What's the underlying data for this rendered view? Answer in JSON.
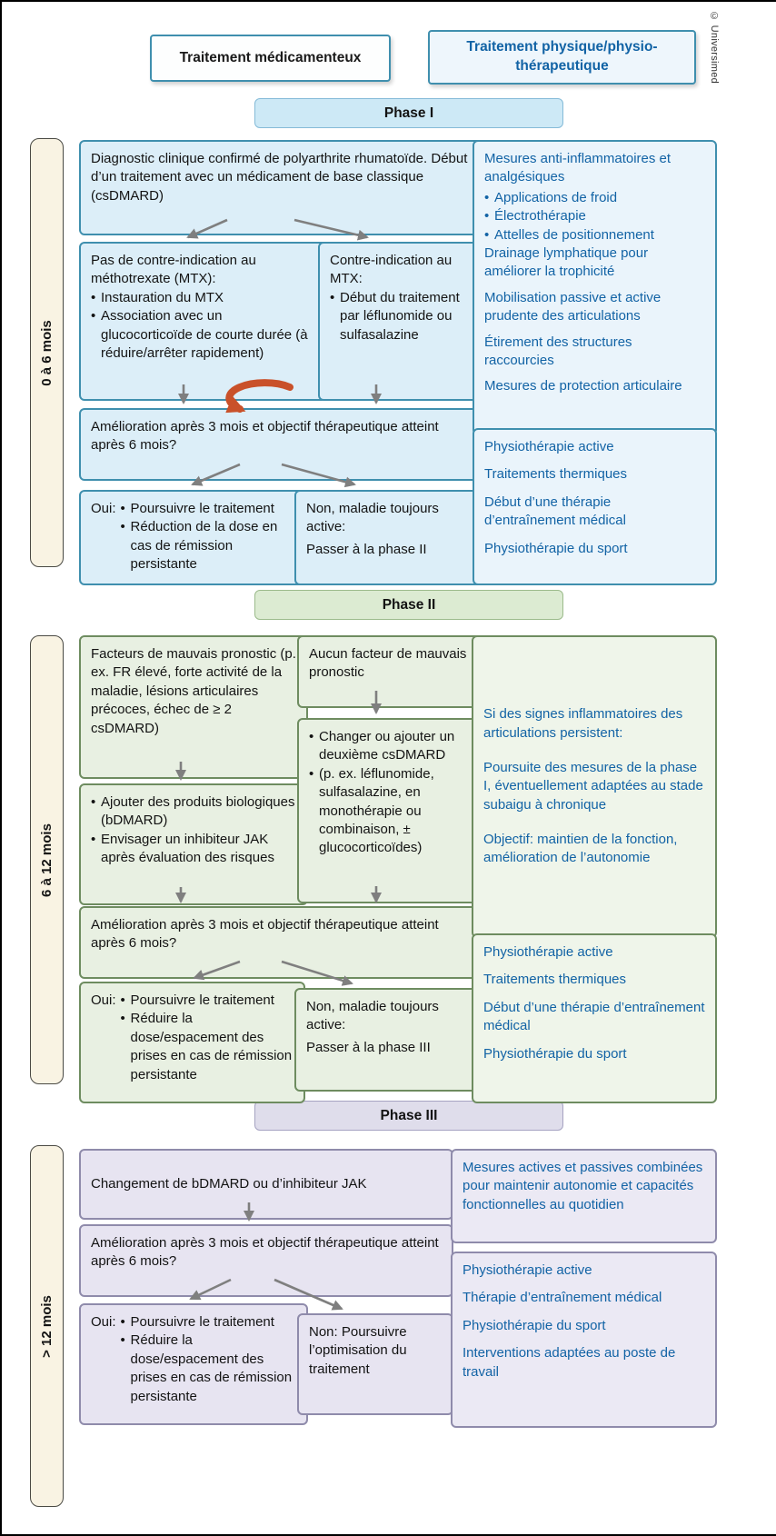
{
  "colors": {
    "phase1_accent": "#3f8fae",
    "phase1_fill": "#dceef8",
    "phase1_band": "#cde9f6",
    "phase2_accent": "#6e8c60",
    "phase2_fill": "#e8f0e2",
    "phase2_band": "#dcebd2",
    "phase3_accent": "#8f8bab",
    "phase3_fill": "#e7e4f1",
    "phase3_band": "#dfddeb",
    "physio_text": "#1263a5",
    "time_label_fill": "#f9f3e3",
    "arrow": "#7f7f7f",
    "cycle_arrow": "#c9512a"
  },
  "header": {
    "med_title": "Traitement médicamenteux",
    "physio_title_line1": "Traitement physique/physio-",
    "physio_title_line2": "thérapeutique",
    "copyright": "© Universimed"
  },
  "phase1": {
    "band": "Phase I",
    "time": "0 à 6 mois",
    "diagnostic": "Diagnostic clinique confirmé de polyarthrite rhumatoïde. Début d’un traitement avec un médicament de base classique (csDMARD)",
    "no_ci": {
      "title": "Pas de contre-indication au méthotrexate (MTX):",
      "items": [
        "Instauration du MTX",
        "Association avec un glucocorticoïde de courte durée (à réduire/arrêter rapidement)"
      ]
    },
    "ci": {
      "title": "Contre-indication au MTX:",
      "items": [
        "Début du traitement par léflunomide ou sulfasalazine"
      ]
    },
    "question": "Amélioration après 3 mois et objectif thérapeutique atteint après 6 mois?",
    "yes": {
      "label": "Oui:",
      "items": [
        "Poursuivre le traitement",
        "Réduction de la dose en cas de rémission persistante"
      ]
    },
    "no": {
      "line1": "Non, maladie toujours active:",
      "line2": "Passer à la phase II"
    },
    "physio_top": {
      "title": "Mesures anti-inflammatoires et analgésiques",
      "bullets": [
        "Applications de froid",
        "Électrothérapie",
        "Attelles de positionnement"
      ],
      "paragraphs": [
        "Drainage lymphatique pour améliorer la trophicité",
        "Mobilisation passive et active prudente des articulations",
        "Étirement des structures raccourcies",
        "Mesures de protection articulaire"
      ]
    },
    "physio_bottom": [
      "Physiothérapie active",
      "Traitements thermiques",
      "Début d’une thérapie d’entraînement médical",
      "Physiothérapie du sport"
    ]
  },
  "phase2": {
    "band": "Phase II",
    "time": "6 à 12 mois",
    "bad_prognosis": "Facteurs de mauvais pronostic (p. ex. FR élevé, forte activité de la maladie, lésions articulaires précoces, échec de ≥ 2 csDMARD)",
    "no_prognosis": "Aucun facteur de mauvais pronostic",
    "biologics": {
      "items": [
        "Ajouter des produits biologiques (bDMARD)",
        "Envisager un inhibiteur JAK après évaluation des risques"
      ]
    },
    "change_dmard": {
      "items": [
        "Changer ou ajouter un deuxième csDMARD",
        "(p. ex. léflunomide, sulfasalazine, en monothérapie ou combinaison, ± glucocorticoïdes)"
      ]
    },
    "question": "Amélioration après 3 mois et objectif thérapeutique atteint après 6 mois?",
    "yes": {
      "label": "Oui:",
      "items": [
        "Poursuivre le traitement",
        "Réduire la dose/espacement des prises en cas de rémission persistante"
      ]
    },
    "no": {
      "line1": "Non, maladie toujours active:",
      "line2": "Passer à la phase III"
    },
    "physio_top": [
      "Si des signes inflammatoires des articulations persistent:",
      "Poursuite des mesures de la phase I, éventuellement adaptées au stade subaigu à chronique",
      "Objectif: maintien de la fonction, amélioration de l’autonomie"
    ],
    "physio_bottom": [
      "Physiothérapie active",
      "Traitements thermiques",
      "Début d’une thérapie d’entraînement médical",
      "Physiothérapie du sport"
    ]
  },
  "phase3": {
    "band": "Phase III",
    "time": "> 12 mois",
    "change": "Changement de bDMARD ou d’inhibiteur JAK",
    "question": "Amélioration après 3 mois et objectif thérapeutique atteint après 6 mois?",
    "yes": {
      "label": "Oui:",
      "items": [
        "Poursuivre le traitement",
        "Réduire la dose/espacement des prises en cas de rémission persistante"
      ]
    },
    "no": "Non: Poursuivre l’optimisation du traitement",
    "physio_top": "Mesures actives et passives combinées pour maintenir autonomie et capacités fonctionnelles au quotidien",
    "physio_bottom": [
      "Physiothérapie active",
      "Thérapie d’entraînement médical",
      "Physiothérapie du sport",
      "Interventions adaptées au poste de travail"
    ]
  }
}
